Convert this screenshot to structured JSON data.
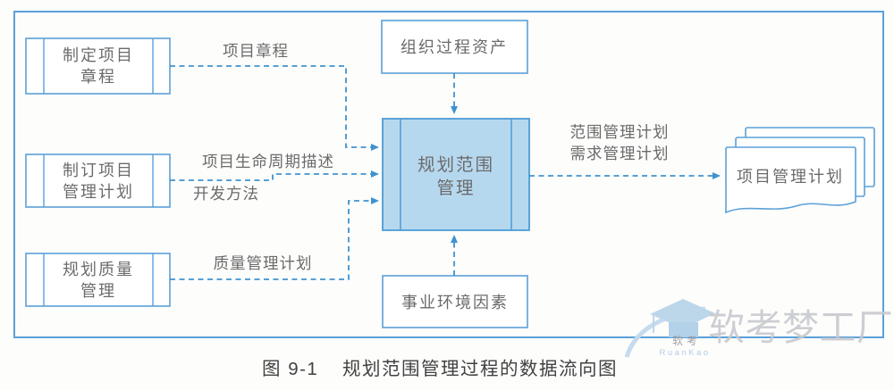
{
  "figure": {
    "caption_number": "图 9-1",
    "caption_title": "规划范围管理过程的数据流向图"
  },
  "diagram": {
    "nodes": {
      "develop_charter": {
        "line1": "制定项目",
        "line2": "章程"
      },
      "develop_pm_plan": {
        "line1": "制订项目",
        "line2": "管理计划"
      },
      "plan_quality": {
        "line1": "规划质量",
        "line2": "管理"
      },
      "opa": {
        "label": "组织过程资产"
      },
      "eef": {
        "label": "事业环境因素"
      },
      "plan_scope": {
        "line1": "规划范围",
        "line2": "管理"
      },
      "pm_plan_doc": {
        "label": "项目管理计划"
      }
    },
    "flow_labels": {
      "project_charter": "项目章程",
      "lifecycle_desc": "项目生命周期描述",
      "dev_approach": "开发方法",
      "quality_plan": "质量管理计划",
      "scope_plan": "范围管理计划",
      "req_plan": "需求管理计划"
    },
    "colors": {
      "border_blue": "#5ba0d8",
      "arrow_blue": "#3f92cf",
      "process_fill": "#b6d8ee",
      "text_gray": "#6b6b6b",
      "caption_gray": "#414141",
      "watermark_blue": "#b9d4ea",
      "watermark_gray": "#c7cacf"
    }
  },
  "watermark": {
    "brand": "软考梦工厂",
    "small": "软考",
    "latin": "RuanKao"
  }
}
